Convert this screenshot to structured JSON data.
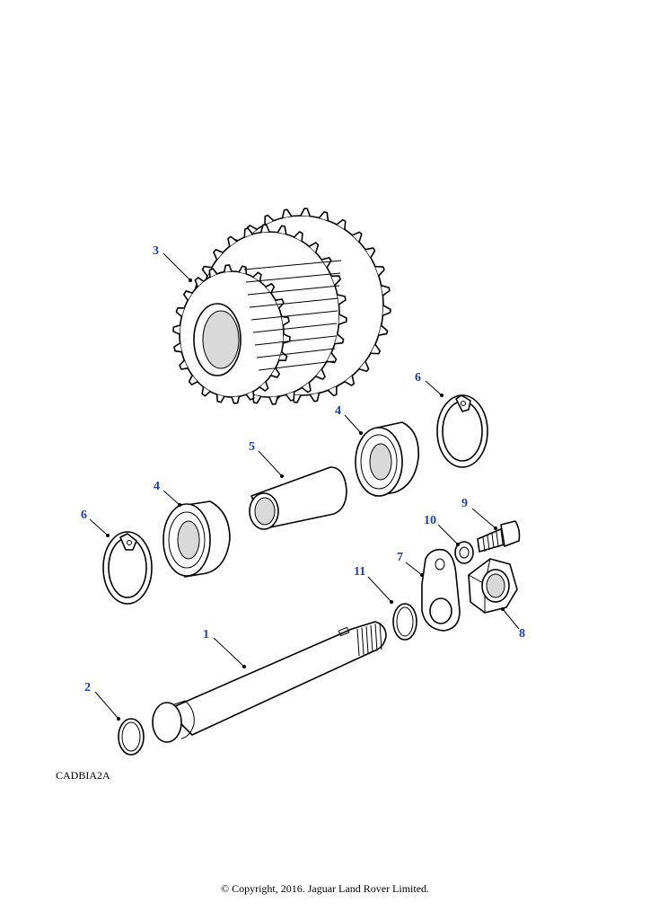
{
  "callouts": {
    "c1": "1",
    "c2": "2",
    "c3": "3",
    "c4a": "4",
    "c4b": "4",
    "c5": "5",
    "c6a": "6",
    "c6b": "6",
    "c7": "7",
    "c8": "8",
    "c9": "9",
    "c10": "10",
    "c11": "11"
  },
  "figure_code": "CADBIA2A",
  "copyright": "© Copyright, 2016. Jaguar Land Rover Limited.",
  "colors": {
    "callout": "#1f3fae",
    "line": "#000000",
    "background": "#ffffff"
  }
}
